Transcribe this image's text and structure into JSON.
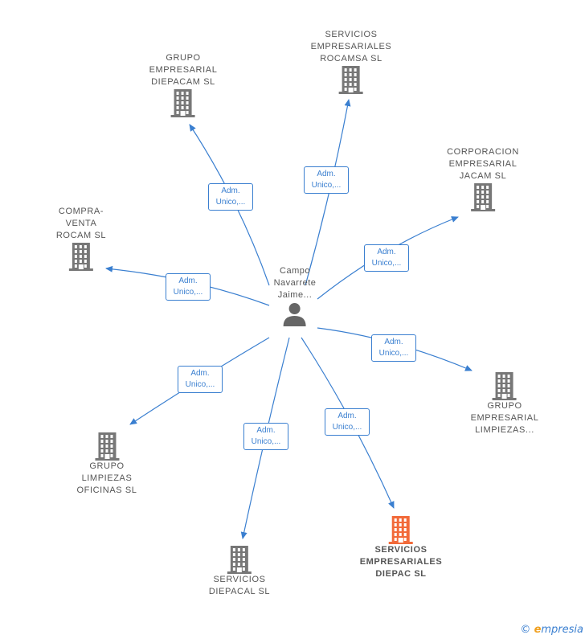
{
  "center": {
    "name_lines": [
      "Campo",
      "Navarrete",
      "Jaime..."
    ]
  },
  "edge_label": [
    "Adm.",
    "Unico,..."
  ],
  "nodes": [
    {
      "id": "rocamsa",
      "lines": [
        "SERVICIOS",
        "EMPRESARIALES",
        "ROCAMSA  SL"
      ],
      "highlight": false
    },
    {
      "id": "diepacam",
      "lines": [
        "GRUPO",
        "EMPRESARIAL",
        "DIEPACAM  SL"
      ],
      "highlight": false
    },
    {
      "id": "jacam",
      "lines": [
        "CORPORACION",
        "EMPRESARIAL",
        "JACAM  SL"
      ],
      "highlight": false
    },
    {
      "id": "compraventa",
      "lines": [
        "COMPRA-",
        "VENTA",
        "ROCAM  SL"
      ],
      "highlight": false
    },
    {
      "id": "limpiezas",
      "lines": [
        "GRUPO",
        "EMPRESARIAL",
        "LIMPIEZAS..."
      ],
      "highlight": false
    },
    {
      "id": "oficinas",
      "lines": [
        "GRUPO",
        "LIMPIEZAS",
        "OFICINAS  SL"
      ],
      "highlight": false
    },
    {
      "id": "diepacal",
      "lines": [
        "SERVICIOS",
        "DIEPACAL  SL"
      ],
      "highlight": false
    },
    {
      "id": "diepac",
      "lines": [
        "SERVICIOS",
        "EMPRESARIALES",
        "DIEPAC  SL"
      ],
      "highlight": true
    }
  ],
  "colors": {
    "edge": "#3a7fd0",
    "building": "#777777",
    "building_highlight": "#f26a3a",
    "person": "#666666"
  },
  "copyright": {
    "symbol": "©",
    "brand_initial": "e",
    "brand_rest": "mpresia"
  }
}
